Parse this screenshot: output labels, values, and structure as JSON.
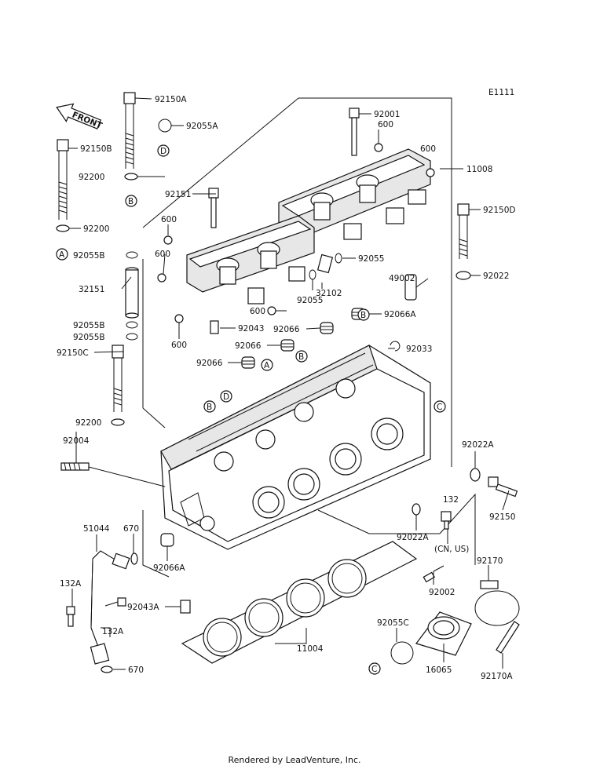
{
  "diagram": {
    "ref_code": "E1111",
    "front_label": "FRONT",
    "footer": "Rendered by LeadVenture, Inc.",
    "circle_markers": [
      "A",
      "B",
      "C",
      "D"
    ],
    "parts": [
      "92150A",
      "92055A",
      "92150B",
      "92200",
      "92200",
      "92055B",
      "32151",
      "92055B",
      "92055B",
      "92150C",
      "92200",
      "92004",
      "51044",
      "670",
      "132A",
      "132A",
      "670",
      "92066A",
      "92043A",
      "11004",
      "92001",
      "600",
      "600",
      "11008",
      "92151",
      "600",
      "600",
      "92055",
      "32102",
      "92055",
      "49002",
      "92043",
      "600",
      "600",
      "92150D",
      "92022",
      "92066",
      "92066A",
      "92033",
      "92066",
      "92066",
      "92022A",
      "92150",
      "132",
      "92022A",
      "(CN, US)",
      "92170",
      "92002",
      "92055C",
      "16065",
      "92170A"
    ]
  }
}
